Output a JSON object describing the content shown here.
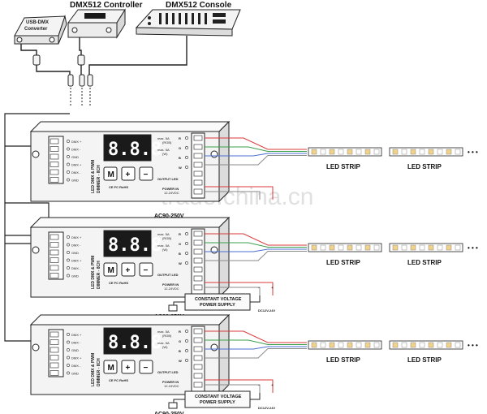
{
  "devices": {
    "usb_dmx": {
      "label_line1": "USB-DMX",
      "label_line2": "Converter"
    },
    "controller": {
      "label": "DMX512 Controller"
    },
    "console": {
      "label": "DMX512 Console"
    }
  },
  "dimmer": {
    "input_ports": [
      "DMX +",
      "DMX -",
      "GND",
      "DMX +",
      "DMX -",
      "GND"
    ],
    "display": "8.8.8",
    "name_line1": "LED DMX & PWM",
    "name_line2": "DIMMER - 8CH",
    "buttons": [
      "M",
      "+",
      "−"
    ],
    "cert": "CE FC RoHS",
    "outputs": [
      "R",
      "G",
      "B",
      "W"
    ],
    "output_led_label": "OUTPUT LED",
    "power_in_label": "POWER IN",
    "power_in_voltage": "12-24VDC",
    "max_label": "max. 5A",
    "max_rgb": "(RGB)",
    "max_w": "(W)"
  },
  "led_strip_label": "LED STRIP",
  "power_supply": {
    "line1": "CONSTANT VOLTAGE",
    "line2": "POWER SUPPLY",
    "dc_label": "DC12V-24V",
    "ac_label": "AC90-250V",
    "plus": "+",
    "minus": "-"
  },
  "ac_label_top": "AC90-250V",
  "watermark": "trade.china.cn",
  "colors": {
    "red_wire": "#d93a3a",
    "green_wire": "#3aa04a",
    "blue_wire": "#4a6fd0",
    "gray_wire": "#8a8a8a",
    "display_bg": "#1a1a1a",
    "led_warm": "#f2d28a",
    "device_body": "#f4f4f4",
    "outline": "#222222"
  },
  "icons": [
    "usb-dmx-converter-icon",
    "dmx512-controller-icon",
    "dmx512-console-icon",
    "xlr-plug-icon",
    "ac-plug-icon"
  ]
}
